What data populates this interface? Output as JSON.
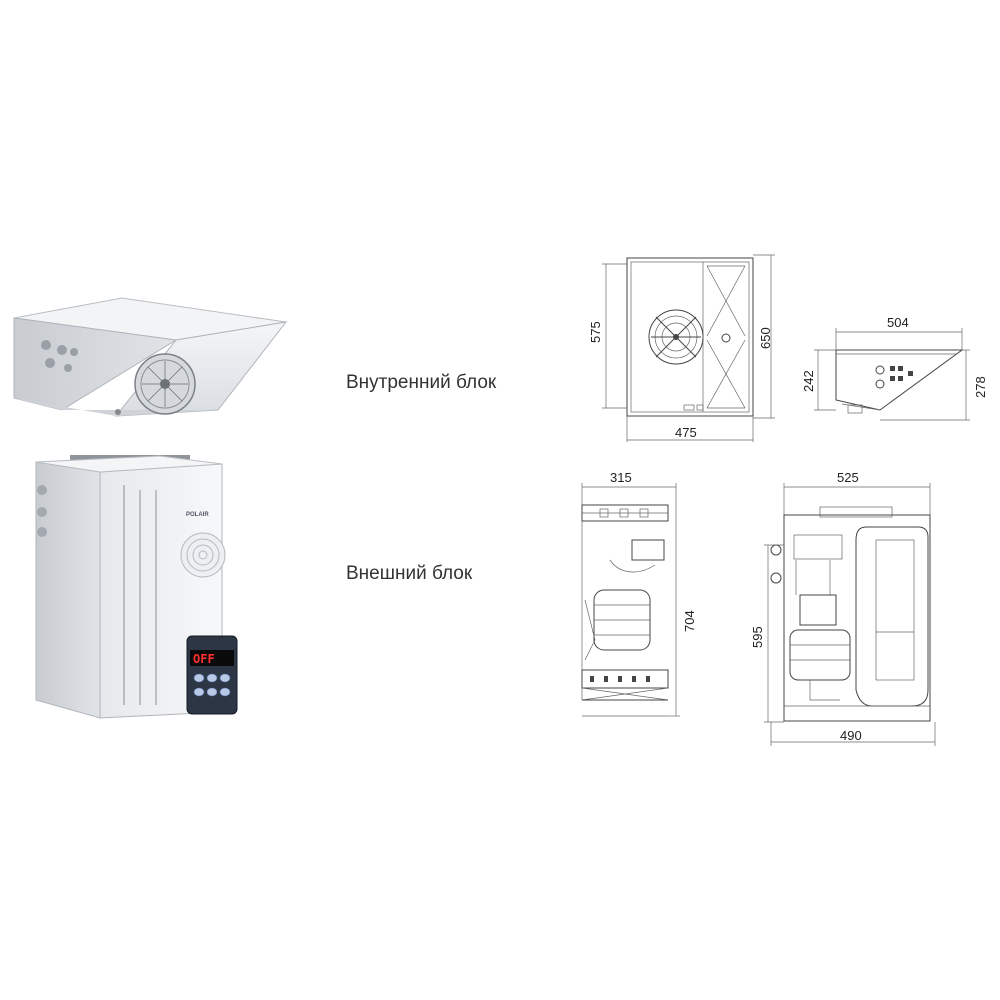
{
  "labels": {
    "indoor_unit": "Внутренний блок",
    "outdoor_unit": "Внешний блок"
  },
  "indoor_front": {
    "dim_height_left": "575",
    "dim_height_right": "650",
    "dim_width": "475"
  },
  "indoor_side": {
    "dim_width": "504",
    "dim_height_left": "242",
    "dim_height_right": "278"
  },
  "outdoor_side": {
    "dim_top": "315",
    "dim_height": "704"
  },
  "outdoor_front": {
    "dim_top": "525",
    "dim_height": "595",
    "dim_bottom": "490"
  },
  "controller": {
    "display": "OFF",
    "brand": "POLAIR"
  },
  "colors": {
    "panel": "#e9ecef",
    "panel_dark": "#c9cdd2",
    "line": "#444444",
    "display": "#ff3030"
  }
}
